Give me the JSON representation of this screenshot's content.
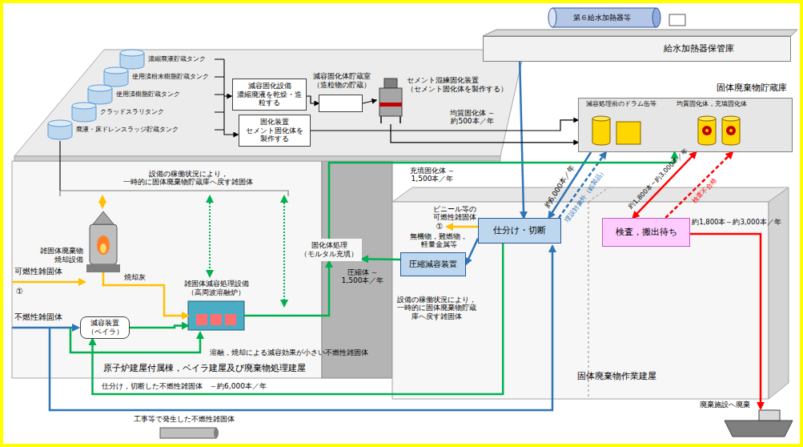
{
  "diagram": {
    "nodes": [
      {
        "text": [
          "給水加熱器保管庫"
        ]
      },
      {
        "text": [
          "固体廃棄物貯蔵庫"
        ]
      },
      {
        "text": [
          "減容固化設備",
          "濃縮廃液を乾燥・造粒する"
        ]
      },
      {
        "text": [
          "減容固化体貯蔵室 （造粒物の貯蔵）"
        ]
      },
      {
        "text": [
          "セメント混練固化装置 （セメント固化体を製作する）"
        ]
      },
      {
        "text": [
          "固化装置",
          "セメント固化体を製作する"
        ]
      },
      {
        "text": [
          "雑固体廃棄物 焼却設備"
        ]
      },
      {
        "text": [
          "減容装置 （ベイラ）"
        ]
      },
      {
        "text": [
          "雑固体減容処理設備 （高周波溶融炉）"
        ]
      },
      {
        "text": [
          "固化体処理 （モルタル充填）"
        ]
      },
      {
        "text": [
          "仕分け・切断"
        ]
      },
      {
        "text": [
          "圧縮減容装置"
        ]
      },
      {
        "text": [
          "検査，搬出待ち"
        ]
      }
    ],
    "edges": [
      {
        "from": 0,
        "to": 10,
        "arrow": "to"
      },
      {
        "from": 1,
        "to": 10,
        "arrow": "to",
        "label": "約6,000本／年"
      },
      {
        "from": 10,
        "to": 1,
        "arrow": "to",
        "label": "埋設対象外（鉛製品）"
      },
      {
        "from": 1,
        "to": 12,
        "arrow": "both",
        "label": "約1,800本～約3,000本／年"
      },
      {
        "from": 12,
        "to": 1,
        "arrow": "to",
        "label": "検査不合格"
      },
      {
        "from": 10,
        "to": 11,
        "arrow": "to",
        "label": "無機物，難燃物，軽量金属等"
      },
      {
        "from": 11,
        "to": 9,
        "arrow": "to",
        "label": "圧縮体 ～1,500本／年"
      },
      {
        "from": 9,
        "to": 1,
        "arrow": "to",
        "label": "充填固化体 ～1,500本／年"
      },
      {
        "from": 5,
        "to": 1,
        "arrow": "to",
        "label": "均質固化体 ～約500本／年"
      },
      {
        "from": 2,
        "to": 3,
        "arrow": "to"
      },
      {
        "from": 3,
        "to": 4,
        "arrow": "to"
      },
      {
        "from": 4,
        "to": 1,
        "arrow": "to"
      },
      {
        "from": 6,
        "to": 8,
        "arrow": "to",
        "label": "焼却灰"
      },
      {
        "from": 7,
        "to": 8,
        "arrow": "to"
      },
      {
        "from": 8,
        "to": 9,
        "arrow": "to"
      },
      {
        "from": 10,
        "to": 7,
        "arrow": "to",
        "label": "仕分け，切断した不燃性雑固体　～約6,000本／年"
      }
    ],
    "labels": [
      "濃縮廃液貯蔵タンク",
      "使用済粉末樹脂貯蔵タンク",
      "使用済樹脂貯蔵タンク",
      "クラッドスラリタンク",
      "廃液・床ドレンスラッジ貯蔵タンク",
      "設備の稼働状況により， 一時的に固体廃棄物貯蔵庫へ戻す雑固体",
      "設備の稼働状況により， 一時的に固体廃棄物貯蔵庫へ戻す雑固体",
      "可燃性雑固体",
      "①",
      "不燃性雑固体",
      "ビニール等の 可燃性雑固体",
      "①",
      "溶融，焼却による減容効果が小さい不燃性雑固体",
      "工事等で発生した不燃性雑固体",
      "原子炉建屋付属棟，ベイラ建屋及び廃棄物処理建屋",
      "固体廃棄物作業建屋",
      "第６給水加熱器等",
      "減容処理前のドラム缶等",
      "均質固化体，充填固化体",
      "約1,800本～約3,000本／年",
      "廃棄施設へ廃棄"
    ]
  }
}
